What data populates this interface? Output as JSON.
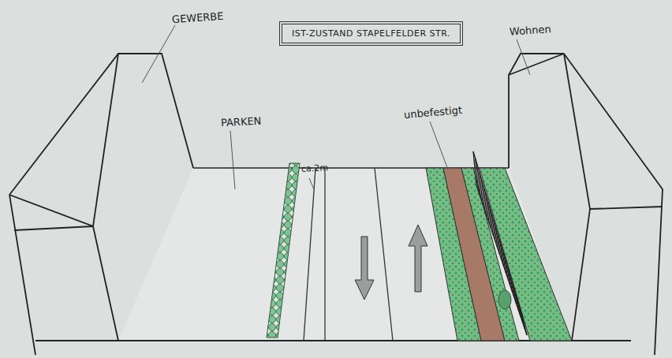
{
  "diagram": {
    "title": "IST-ZUSTAND STAPELFELDER STR.",
    "labels": [
      "GEWERBE",
      "Wohnen",
      "PARKEN",
      "ca.2m",
      "unbefestigt"
    ]
  }
}
